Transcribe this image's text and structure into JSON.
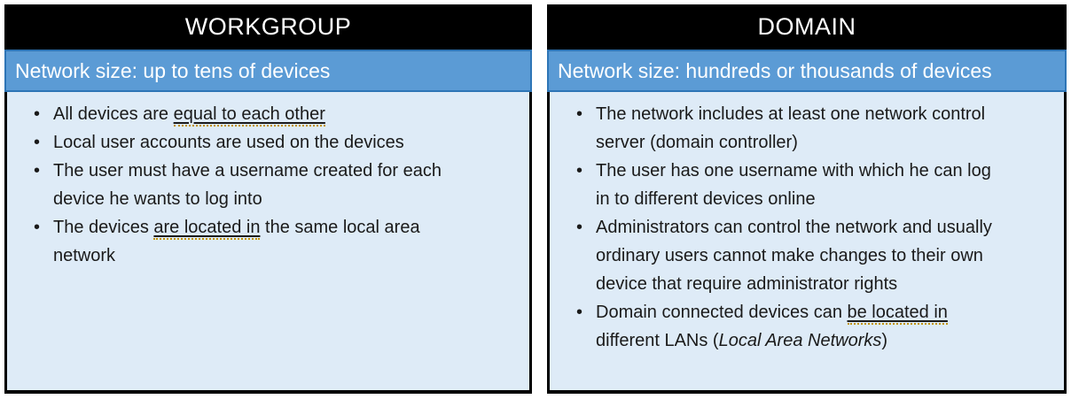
{
  "colors": {
    "page_background": "#ffffff",
    "header_bg": "#000000",
    "header_text": "#ffffff",
    "subheader_bg": "#5B9BD5",
    "subheader_border": "#2E75B6",
    "subheader_text": "#ffffff",
    "body_bg": "#DEEBF7",
    "body_border": "#000000",
    "body_text": "#1a1a1a",
    "grammar_underline_dots": "#BF9000"
  },
  "cards": [
    {
      "title": "WORKGROUP",
      "subheader": "Network size: up to tens of devices",
      "bullets": [
        {
          "segments": [
            {
              "text": "All devices are "
            },
            {
              "text": "equal to each other",
              "underline": true
            }
          ]
        },
        {
          "segments": [
            {
              "text": "Local user accounts are used on the devices"
            }
          ]
        },
        {
          "segments": [
            {
              "text": "The user must have a username created for each device he wants to log into"
            }
          ]
        },
        {
          "segments": [
            {
              "text": "The devices "
            },
            {
              "text": "are located in",
              "underline": true
            },
            {
              "text": " the same local area network"
            }
          ]
        }
      ]
    },
    {
      "title": "DOMAIN",
      "subheader": "Network size: hundreds or thousands of devices",
      "bullets": [
        {
          "segments": [
            {
              "text": "The network includes at least one network control server (domain controller)"
            }
          ]
        },
        {
          "segments": [
            {
              "text": "The user has one username with which he can log in to different devices online"
            }
          ]
        },
        {
          "segments": [
            {
              "text": "Administrators can control the network and usually ordinary users cannot make changes to their own device that require administrator rights"
            }
          ]
        },
        {
          "segments": [
            {
              "text": "Domain connected devices can "
            },
            {
              "text": "be located in",
              "underline": true
            },
            {
              "text": " different LANs ("
            },
            {
              "text": "Local Area Networks",
              "italic": true
            },
            {
              "text": ")"
            }
          ]
        }
      ]
    }
  ]
}
